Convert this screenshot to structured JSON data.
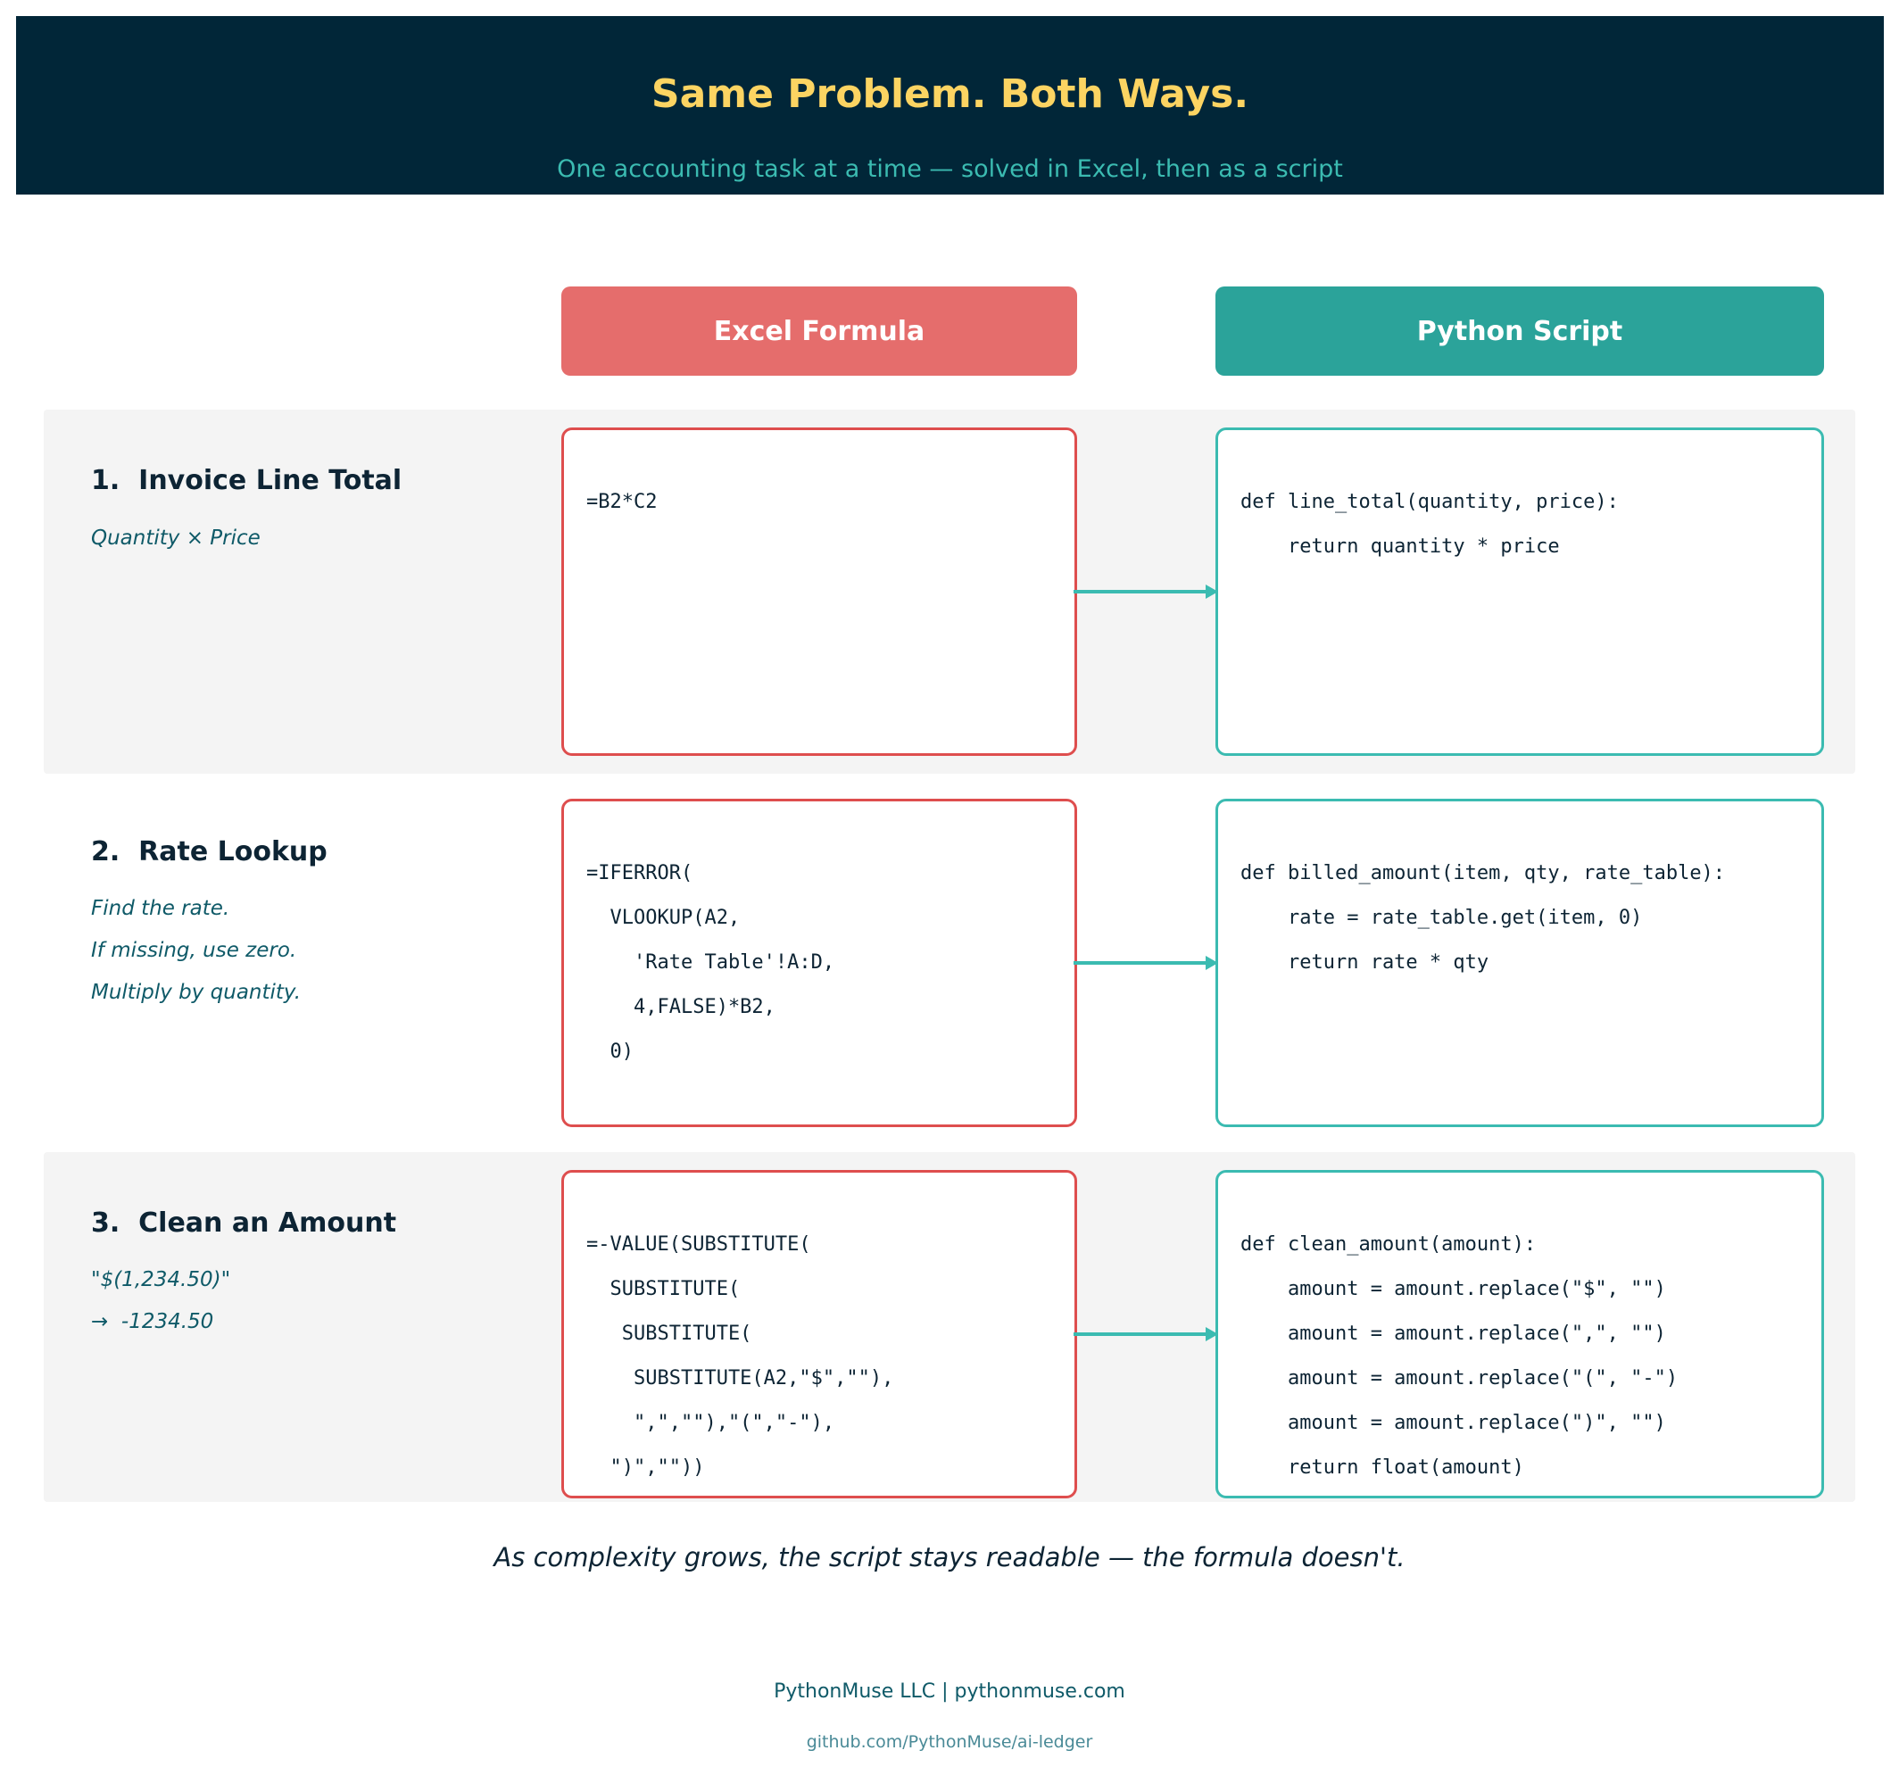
{
  "header": {
    "title": "Same Problem. Both Ways.",
    "subtitle": "One accounting task at a time — solved in Excel, then as a script"
  },
  "columns": {
    "excel": "Excel Formula",
    "python": "Python Script"
  },
  "rows": [
    {
      "title": "1.  Invoice Line Total",
      "desc": [
        "Quantity × Price"
      ],
      "excel": [
        "=B2*C2"
      ],
      "python": [
        "def line_total(quantity, price):",
        "    return quantity * price"
      ]
    },
    {
      "title": "2.  Rate Lookup",
      "desc": [
        "Find the rate.",
        "If missing, use zero.",
        "Multiply by quantity."
      ],
      "excel": [
        "=IFERROR(",
        "  VLOOKUP(A2,",
        "    'Rate Table'!A:D,",
        "    4,FALSE)*B2,",
        "  0)"
      ],
      "python": [
        "def billed_amount(item, qty, rate_table):",
        "    rate = rate_table.get(item, 0)",
        "    return rate * qty"
      ]
    },
    {
      "title": "3.  Clean an Amount",
      "desc": [
        "\"$(1,234.50)\"",
        "→  -1234.50"
      ],
      "excel": [
        "=-VALUE(SUBSTITUTE(",
        "  SUBSTITUTE(",
        "   SUBSTITUTE(",
        "    SUBSTITUTE(A2,\"$\",\"\"),",
        "    \",\",\"\"),\"(\",\"-\"),",
        "  \")\",\"\"))"
      ],
      "python": [
        "def clean_amount(amount):",
        "    amount = amount.replace(\"$\", \"\")",
        "    amount = amount.replace(\",\", \"\")",
        "    amount = amount.replace(\"(\", \"-\")",
        "    amount = amount.replace(\")\", \"\")",
        "    return float(amount)"
      ]
    }
  ],
  "tagline": "As complexity grows, the script stays readable — the formula doesn't.",
  "footer": {
    "company": "PythonMuse LLC  |  pythonmuse.com",
    "repo": "github.com/PythonMuse/ai-ledger"
  },
  "colors": {
    "banner": "#012638",
    "title": "#fcd462",
    "excel": "#e56d6c",
    "python": "#2ba39a",
    "arrow": "#3bbbb1"
  }
}
